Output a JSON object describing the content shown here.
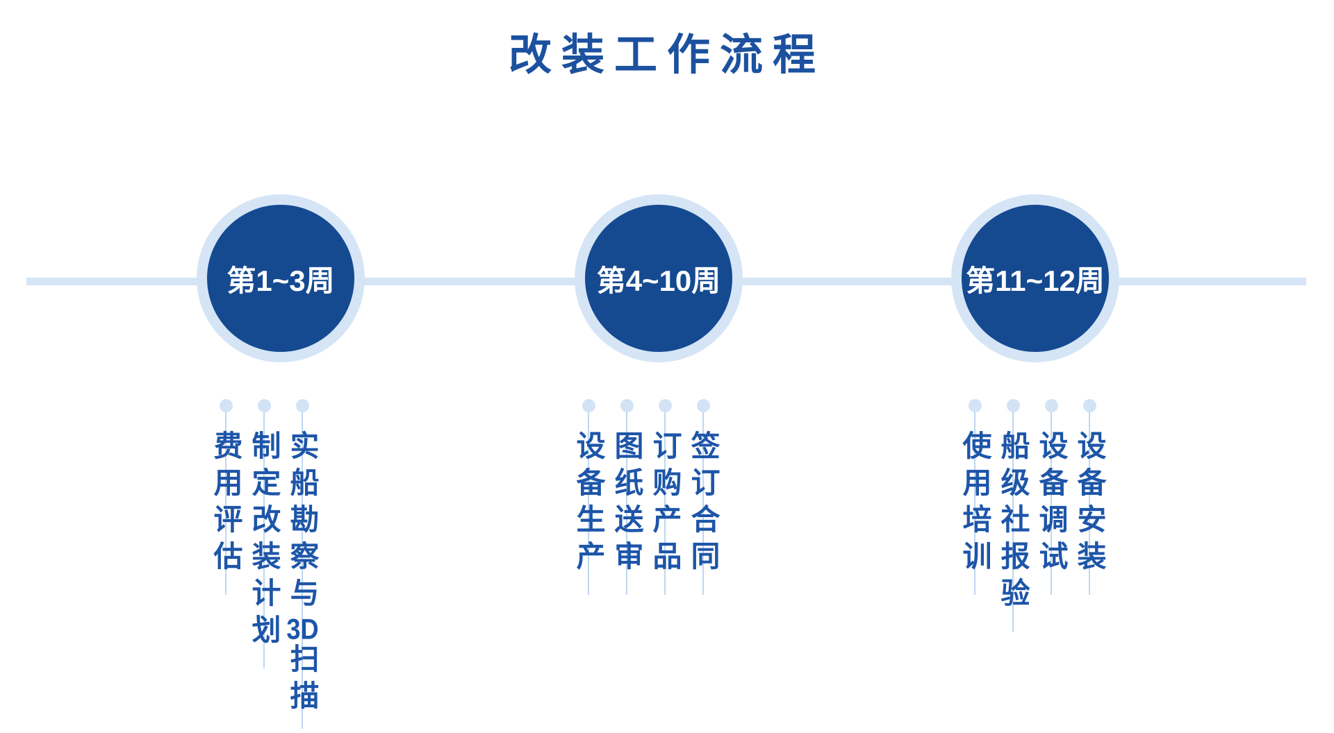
{
  "title": "改装工作流程",
  "colors": {
    "title_text": "#1c519f",
    "circle_fill": "#154a91",
    "circle_ring": "#d5e5f6",
    "timeline": "#d5e5f6",
    "dot": "#d2e3f5",
    "leader_line": "#bdd7f0",
    "item_text": "#1d55a8",
    "week_text": "#ffffff"
  },
  "stages": [
    {
      "week": "第1~3周",
      "items": [
        "实船勘察与3D扫描",
        "制定改装计划",
        "费用评估"
      ]
    },
    {
      "week": "第4~10周",
      "items": [
        "签订合同",
        "订购产品",
        "图纸送审",
        "设备生产"
      ]
    },
    {
      "week": "第11~12周",
      "items": [
        "设备安装",
        "设备调试",
        "船级社报验",
        "使用培训"
      ]
    }
  ]
}
